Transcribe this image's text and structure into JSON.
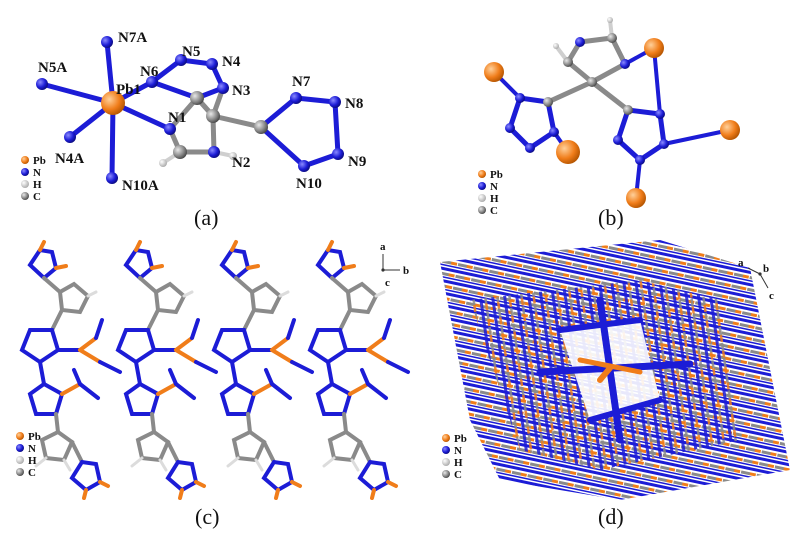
{
  "colors": {
    "pb": "#f07d1a",
    "n": "#1c1cd6",
    "h": "#d9d9d9",
    "c": "#8a8a8a",
    "bond": "#4a4a4a"
  },
  "panels": {
    "a": {
      "caption": "(a)",
      "atoms": [
        "N7A",
        "N5A",
        "Pb1",
        "N6",
        "N5",
        "N4",
        "N3",
        "N1",
        "N4A",
        "N2",
        "N10A",
        "N7",
        "N8",
        "N9",
        "N10"
      ],
      "legend": [
        "Pb",
        "N",
        "H",
        "C"
      ]
    },
    "b": {
      "caption": "(b)",
      "legend": [
        "Pb",
        "N",
        "H",
        "C"
      ]
    },
    "c": {
      "caption": "(c)",
      "legend": [
        "Pb",
        "N",
        "H",
        "C"
      ],
      "axes": [
        "a",
        "b",
        "c"
      ]
    },
    "d": {
      "caption": "(d)",
      "legend": [
        "Pb",
        "N",
        "H",
        "C"
      ],
      "axes": [
        "a",
        "b",
        "c"
      ]
    }
  }
}
